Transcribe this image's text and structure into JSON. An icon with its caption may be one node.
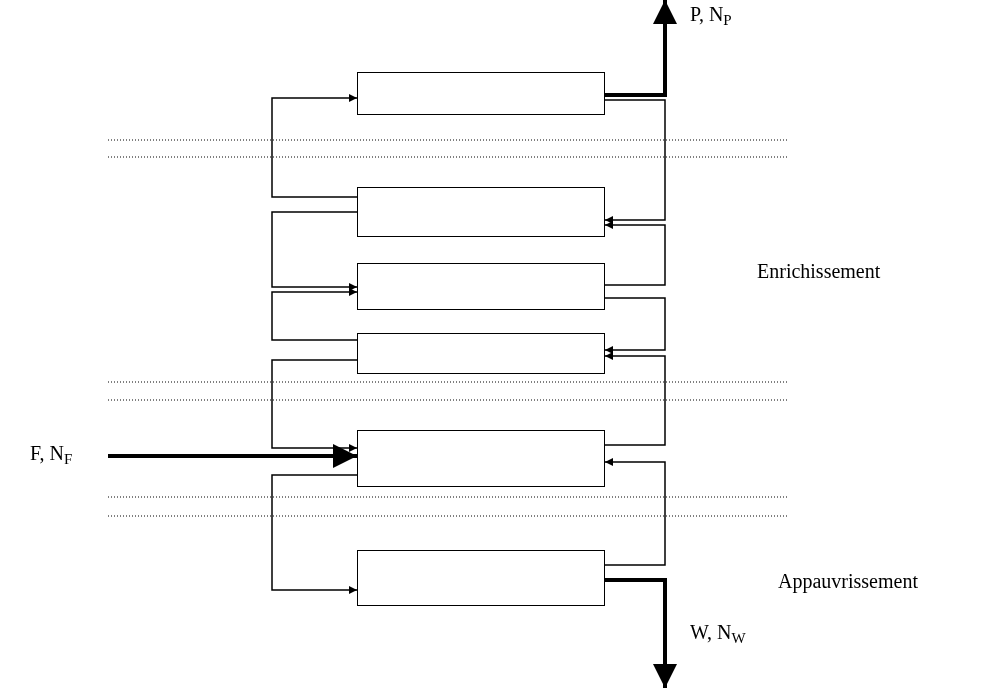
{
  "diagram": {
    "nodes": [
      {
        "text": [
          "P, N$_{P}$"
        ]
      },
      {
        "text": [],
        "shape": "box"
      },
      {
        "text": [],
        "shape": "box"
      },
      {
        "text": [],
        "shape": "box"
      },
      {
        "text": [],
        "shape": "box"
      },
      {
        "text": [
          "F, N$_{F}$"
        ]
      },
      {
        "text": [],
        "shape": "box"
      },
      {
        "text": [],
        "shape": "box"
      },
      {
        "text": [
          "W, N$_{W}$"
        ]
      }
    ],
    "edges": [
      {
        "from": 1,
        "to": 0,
        "arrow": "to",
        "style": "thick"
      },
      {
        "from": 1,
        "to": 2,
        "arrow": "to"
      },
      {
        "from": 3,
        "to": 2,
        "arrow": "to"
      },
      {
        "from": 2,
        "to": 1,
        "arrow": "to"
      },
      {
        "from": 2,
        "to": 3,
        "arrow": "to"
      },
      {
        "from": 4,
        "to": 3,
        "arrow": "to"
      },
      {
        "from": 3,
        "to": 4,
        "arrow": "to"
      },
      {
        "from": 6,
        "to": 4,
        "arrow": "to"
      },
      {
        "from": 4,
        "to": 6,
        "arrow": "to"
      },
      {
        "from": 5,
        "to": 6,
        "arrow": "to",
        "style": "thick"
      },
      {
        "from": 6,
        "to": 7,
        "arrow": "to"
      },
      {
        "from": 7,
        "to": 6,
        "arrow": "to"
      },
      {
        "from": 7,
        "to": 8,
        "arrow": "to",
        "style": "thick"
      }
    ],
    "labels": [
      "Enrichissement",
      "Appauvrissement"
    ]
  }
}
